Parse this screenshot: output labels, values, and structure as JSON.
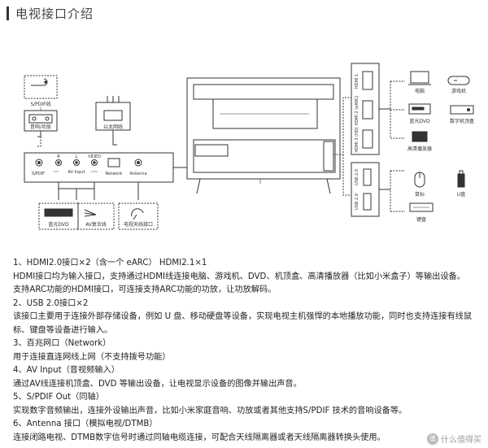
{
  "header": {
    "title": "电视接口介绍"
  },
  "diagram": {
    "left": {
      "spdif_cable": "S/PDIF线",
      "audio_amp": "音响/功放",
      "ethernet_cable": "以太网线",
      "port_labels": {
        "spdif": "S/PDIF",
        "r": "R",
        "l": "L",
        "video": "VIDEO",
        "av_input": "AV Input",
        "network": "Network",
        "antenna": "Antenna"
      },
      "dvd": "蓝光DVD",
      "av_cable": "AV复合线",
      "antenna_cable": "电视天线接口"
    },
    "right": {
      "hdmi_ports": [
        "HDMI 1",
        "HDMI 2 (eARC)",
        "HDMI 3 (HD)"
      ],
      "usb_ports": [
        "USB 2.0",
        "USB 2.0"
      ],
      "hdmi_devices": [
        "电脑",
        "游戏机",
        "蓝光DVD",
        "数字机顶盒",
        "高清播放器"
      ],
      "usb_devices": [
        "鼠标",
        "U盘",
        "键盘"
      ]
    }
  },
  "content": {
    "lines": [
      "1、HDMI2.0接口×2（含一个 eARC）  HDMI2.1×1",
      "HDMI接口均为输入接口，支持通过HDMI线连接电脑、游戏机、DVD、机顶盒、高清播放器（比如小米盒子）等输出设备。",
      "支持ARC功能的HDMI接口，可连接支持ARC功能的功放，让功放解码。",
      "2、USB 2.0接口×2",
      "该接口主要用于连接外部存储设备，例如 U 盘、移动硬盘等设备，实现电视主机强悍的本地播放功能，同时也支持连接有线鼠",
      "标、键盘等设备进行输入。",
      "3、百兆网口（Network）",
      "用于连接直连网线上网（不支持拨号功能）",
      "4、AV Input（音视频输入）",
      "通过AV线连接机顶盒、DVD 等输出设备，让电视显示设备的图像并输出声音。",
      "5、S/PDIF Out（同轴）",
      "实现数字音频输出，连接外设输出声音，比如小米家庭音响、功放或者其他支持S/PDIF 技术的音响设备等。",
      "6、Antenna 接口（模拟电视/DTMB）",
      "连接闭路电视、DTMB数字信号时通过同轴电缆连接，可配合天线隔离器或者天线隔离器转换头使用。"
    ]
  },
  "watermark": {
    "badge": "值",
    "text": "什么值得买"
  }
}
